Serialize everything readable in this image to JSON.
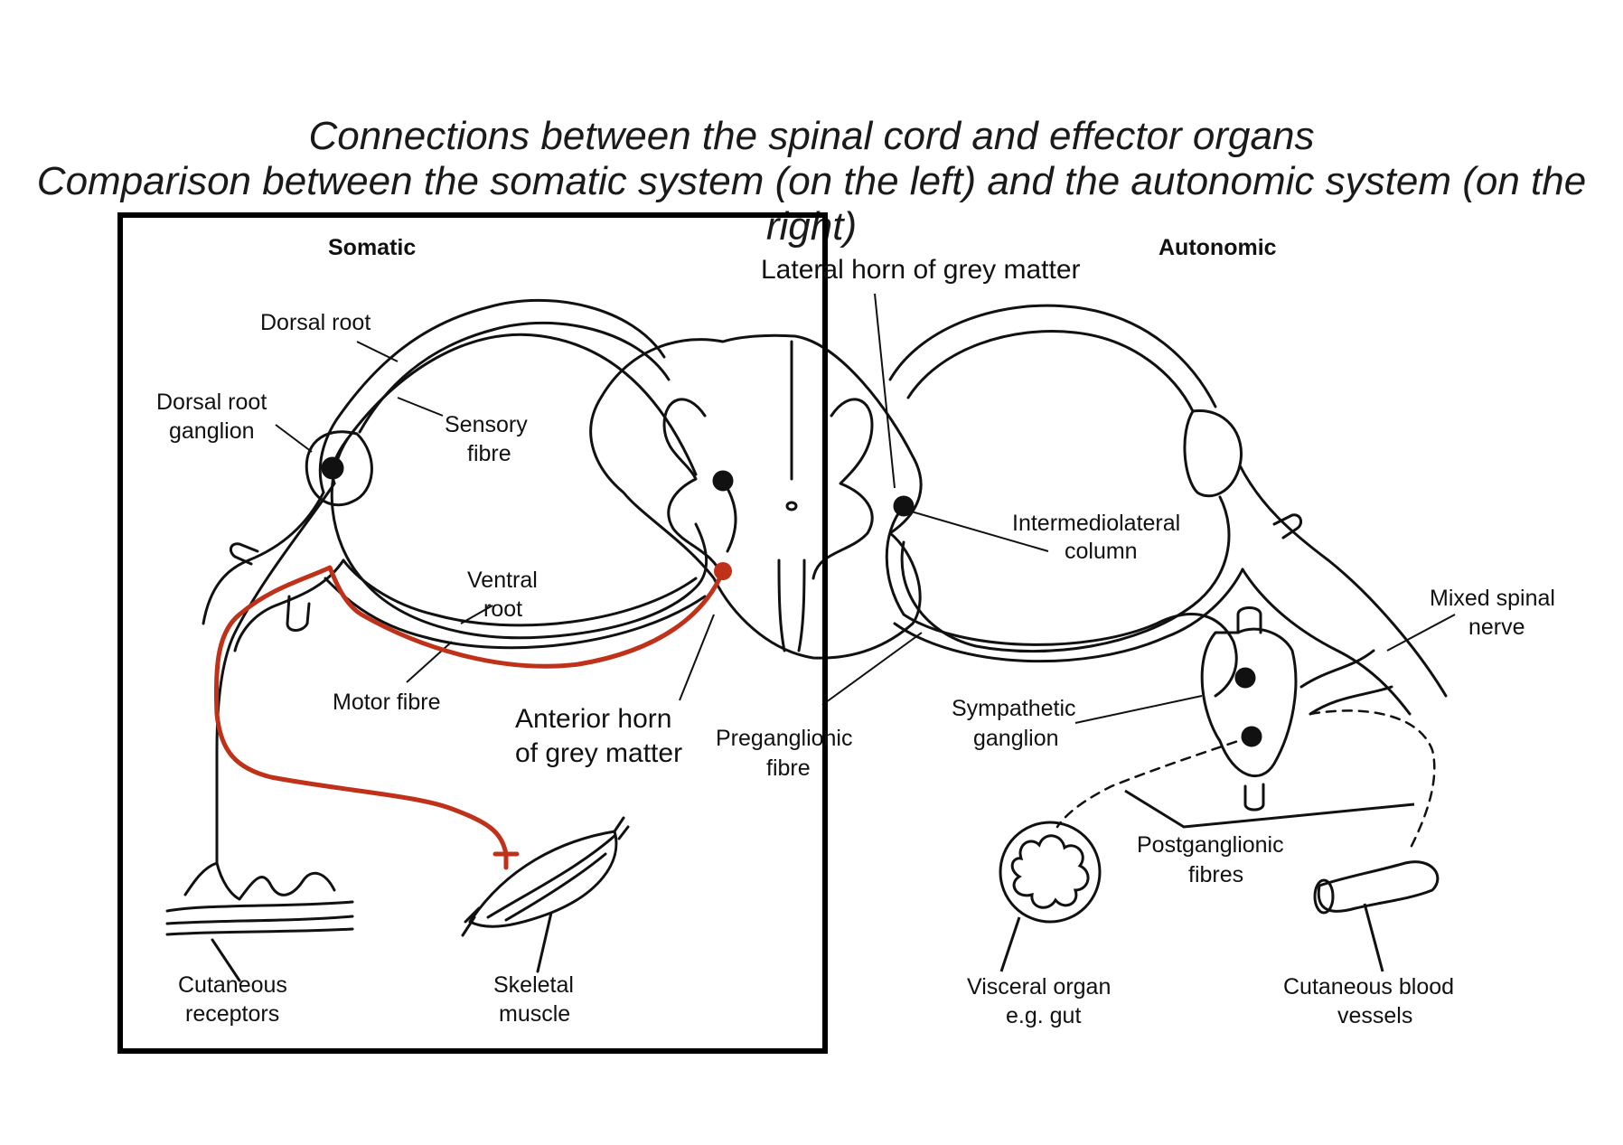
{
  "title": {
    "line1": "Connections between the spinal cord and effector organs",
    "line2": "Comparison between the somatic system (on the left) and the autonomic system (on the right)"
  },
  "colors": {
    "ink": "#111111",
    "highlight": "#c0311a",
    "frame": "#000000",
    "background": "#ffffff"
  },
  "labels": {
    "somatic": "Somatic",
    "autonomic": "Autonomic",
    "lateral_horn": "Lateral horn of grey matter",
    "dorsal_root": "Dorsal root",
    "dorsal_root_ganglion_1": "Dorsal root",
    "dorsal_root_ganglion_2": "ganglion",
    "sensory_fibre_1": "Sensory",
    "sensory_fibre_2": "fibre",
    "ventral_root_1": "Ventral",
    "ventral_root_2": "root",
    "motor_fibre": "Motor fibre",
    "anterior_horn_1": "Anterior horn",
    "anterior_horn_2": "of grey matter",
    "preganglionic_1": "Preganglionic",
    "preganglionic_2": "fibre",
    "intermediolateral_1": "Intermediolateral",
    "intermediolateral_2": "column",
    "mixed_spinal_1": "Mixed spinal",
    "mixed_spinal_2": "nerve",
    "sympathetic_1": "Sympathetic",
    "sympathetic_2": "ganglion",
    "postganglionic_1": "Postganglionic",
    "postganglionic_2": "fibres",
    "cutaneous_receptors_1": "Cutaneous",
    "cutaneous_receptors_2": "receptors",
    "skeletal_muscle_1": "Skeletal",
    "skeletal_muscle_2": "muscle",
    "visceral_1": "Visceral organ",
    "visceral_2": "e.g. gut",
    "blood_vessels_1": "Cutaneous blood",
    "blood_vessels_2": "vessels"
  }
}
